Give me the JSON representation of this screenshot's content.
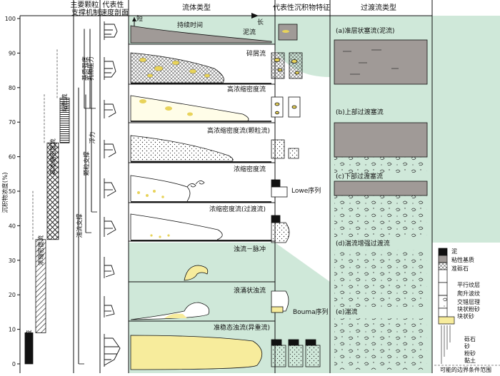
{
  "headers": {
    "support_mechanism": "主要颗粒\n支撑机制",
    "representative_profile": "代表性\n速度剖面",
    "flow_type": "流体类型",
    "sediment_features": "代表性沉积物特征",
    "transitional_types": "过渡流类型"
  },
  "axis": {
    "label": "沉积物浓度(%)",
    "ticks": [
      "0",
      "10",
      "20",
      "30",
      "40",
      "50",
      "60",
      "70",
      "80",
      "90",
      "100"
    ]
  },
  "time_arrow": {
    "short": "短",
    "long": "长",
    "label": "持续时间"
  },
  "concentration_bars": [
    {
      "label": "浊流",
      "range": [
        0,
        9
      ],
      "pattern": "solid"
    },
    {
      "label": "浓缩密度流",
      "range": [
        9,
        36
      ],
      "pattern": "diagonal"
    },
    {
      "label": "高浓缩密度流",
      "range": [
        36,
        64
      ],
      "pattern": "cross"
    },
    {
      "label": "粘性流",
      "range": [
        64,
        77
      ],
      "pattern": "horizontal"
    }
  ],
  "support_mechanisms": [
    {
      "label": "湍流支撑",
      "range": [
        0,
        80
      ]
    },
    {
      "label": "颗粒支撑",
      "range": [
        38,
        78
      ]
    },
    {
      "label": "浮力",
      "range": [
        44,
        87
      ]
    },
    {
      "label": "基质强度",
      "range": [
        74,
        97
      ]
    },
    {
      "label": "孔隙压力",
      "range": [
        74,
        97
      ]
    }
  ],
  "flow_types": [
    {
      "label": "泥流"
    },
    {
      "label": "碎屑流"
    },
    {
      "label": "高浓缩密度流"
    },
    {
      "label": "高浓缩密度流(颗粒流)"
    },
    {
      "label": "浓缩密度流"
    },
    {
      "label": "浓缩密度流(过渡流)"
    },
    {
      "label": "浊流－脉冲"
    },
    {
      "label": "浪涌状浊流"
    },
    {
      "label": "准稳态浊流(异重流)"
    }
  ],
  "sequences": {
    "lowe": "Lowe序列",
    "bouma": "Bouma序列"
  },
  "transitional": [
    {
      "label": "(a)准层状塞流(泥流)"
    },
    {
      "label": "(b)上部过渡塞流"
    },
    {
      "label": "(c)下部过渡塞流"
    },
    {
      "label": "(d)湍流增强过渡流"
    },
    {
      "label": "(e)湍流"
    }
  ],
  "legend": {
    "items": [
      {
        "label": "泥"
      },
      {
        "label": "粘性基质"
      },
      {
        "label": "准砾石"
      },
      {
        "label": "平行纹层"
      },
      {
        "label": "爬升波纹"
      },
      {
        "label": "交错层理"
      },
      {
        "label": "块状粉砂"
      },
      {
        "label": "块状砂"
      }
    ],
    "grain_sizes": [
      {
        "label": "砾石"
      },
      {
        "label": "砂"
      },
      {
        "label": "粉砂"
      },
      {
        "label": "黏土"
      }
    ],
    "note": "可能的边界条件范围"
  },
  "colors": {
    "green": "#cfe8d9",
    "mud": "#a09a97",
    "yellow": "#f7ec9c",
    "grain": "#e8d35a"
  }
}
